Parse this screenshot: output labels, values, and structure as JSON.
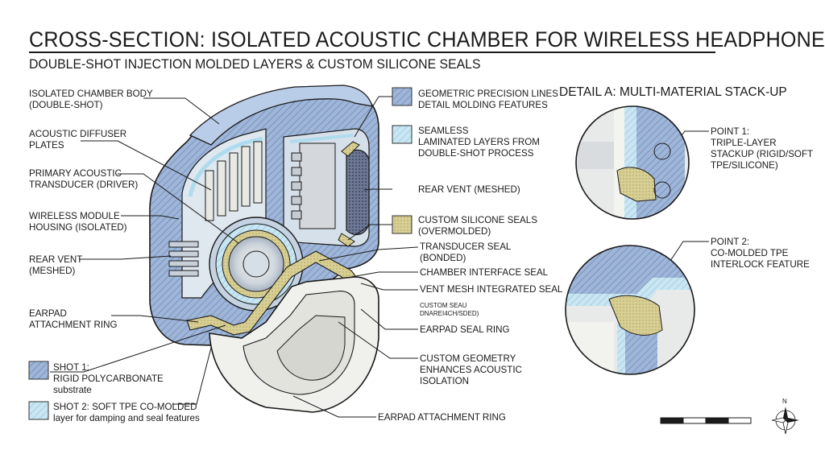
{
  "title": "CROSS-SECTION: ISOLATED ACOUSTIC CHAMBER FOR WIRELESS HEADPHONES",
  "subtitle": "DOUBLE-SHOT INJECTION MOLDED LAYERS & CUSTOM SILICONE SEALS",
  "detail_title": "DETAIL A: MULTI-MATERIAL STACK-UP",
  "left_labels": [
    "ISOLATED CHAMBER BODY\n(DOUBLE-SHOT)",
    "ACOUSTIC DIFFUSER\nPLATES",
    "PRIMARY ACOUSTIC\nTRANSDUCER (DRIVER)",
    "WIRELESS MODULE\nHOUSING (ISOLATED)",
    "REAR VENT\n(MESHED)",
    "EARPAD\nATTACHMENT RING"
  ],
  "legend": {
    "shot1": "SHOT 1:\nRIGID POLYCARBONATE\nsubstrate",
    "shot2": "SHOT 2: SOFT TPE CO-MOLDED\nlayer for damping and seal features"
  },
  "right_labels": {
    "precision": "GEOMETRIC PRECISION LINES\nDETAIL MOLDING FEATURES",
    "seamless": "SEAMLESS\nLAMINATED LAYERS FROM\nDOUBLE-SHOT PROCESS",
    "rear_vent": "REAR VENT (MESHED)",
    "silicone": "CUSTOM SILICONE SEALS\n(OVERMOLDED)",
    "transducer_seal": "TRANSDUCER SEAL\n(BONDED)",
    "chamber_seal": "CHAMBER INTERFACE SEAL",
    "vent_seal": "VENT MESH INTEGRATED SEAL",
    "custom_seal_sm": "CUSTOM SEAU\nDNAREI4CH/SDED)",
    "earpad_seal": "EARPAD SEAL RING",
    "custom_geometry": "CUSTOM GEOMETRY\nENHANCES ACOUSTIC\nISOLATION",
    "earpad_ring": "EARPAD ATTACHMENT RING"
  },
  "detail_points": {
    "point1": "POINT 1:\nTRIPLE-LAYER\nSTACKUP (RIGID/SOFT\nTPE/SILICONE)",
    "point2": "POINT 2:\nCO-MOLDED TPE\nINTERLOCK FEATURE"
  },
  "compass_label": "N",
  "colors": {
    "rigid": "#8fa9cf",
    "rigid_dark": "#5f7eb0",
    "tpe": "#bfe1ef",
    "silicone": "#d8cf95",
    "cup": "#eeeeea",
    "ink": "#1a1a1a"
  }
}
